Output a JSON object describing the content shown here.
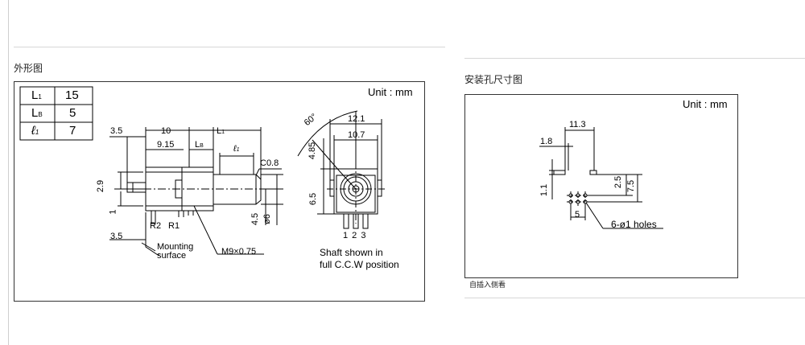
{
  "outline": {
    "title": "外形图",
    "unit": "Unit : mm",
    "param_table": [
      {
        "sym": "L",
        "sub": "1",
        "val": "15"
      },
      {
        "sym": "L",
        "sub": "B",
        "val": "5"
      },
      {
        "sym": "ℓ",
        "sub": "1",
        "val": "7"
      }
    ],
    "dims": {
      "d3_5": "3.5",
      "d10": "10",
      "dL1": "L",
      "dL1_sub": "1",
      "d9_15": "9.15",
      "dLB": "L",
      "dLB_sub": "B",
      "dl1": "ℓ",
      "dl1_sub": "1",
      "c0_8": "C0.8",
      "d2_9": "2.9",
      "d1": "1",
      "r2": "R2",
      "r1": "R1",
      "d3_5b": "3.5",
      "d4_5": "4.5",
      "d6": "ø6",
      "mount1": "Mounting",
      "mount2": "surface",
      "thread": "M9×0.75",
      "ang": "60°",
      "d12_1": "12.1",
      "d10_7": "10.7",
      "d4_85": "4.85",
      "d6_5": "6.5",
      "pins": "1 2 3",
      "shaft1": "Shaft shown in",
      "shaft2": "full C.C.W position"
    }
  },
  "mounting": {
    "title": "安装孔尺寸图",
    "unit": "Unit : mm",
    "dims": {
      "d11_3": "11.3",
      "d1_8": "1.8",
      "d1_1": "1.1",
      "d2_5": "2.5",
      "d7_5": "7.5",
      "d5": "5",
      "holes": "6-ø1 holes"
    },
    "note": "自插入侧看"
  }
}
